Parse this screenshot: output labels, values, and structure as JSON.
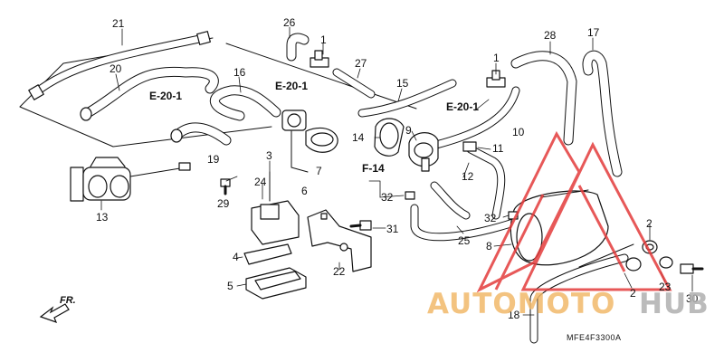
{
  "diagram": {
    "callouts": [
      {
        "id": "c21",
        "text": "21"
      },
      {
        "id": "c20",
        "text": "20"
      },
      {
        "id": "c16",
        "text": "16"
      },
      {
        "id": "c26",
        "text": "26"
      },
      {
        "id": "c1a",
        "text": "1"
      },
      {
        "id": "c27",
        "text": "27"
      },
      {
        "id": "c15",
        "text": "15"
      },
      {
        "id": "c28",
        "text": "28"
      },
      {
        "id": "c17",
        "text": "17"
      },
      {
        "id": "c1b",
        "text": "1"
      },
      {
        "id": "c10",
        "text": "10"
      },
      {
        "id": "c14",
        "text": "14"
      },
      {
        "id": "c9",
        "text": "9"
      },
      {
        "id": "c11",
        "text": "11"
      },
      {
        "id": "c12",
        "text": "12"
      },
      {
        "id": "c19",
        "text": "19"
      },
      {
        "id": "c3",
        "text": "3"
      },
      {
        "id": "c7",
        "text": "7"
      },
      {
        "id": "c6",
        "text": "6"
      },
      {
        "id": "c24",
        "text": "24"
      },
      {
        "id": "c29",
        "text": "29"
      },
      {
        "id": "c13",
        "text": "13"
      },
      {
        "id": "c32a",
        "text": "32"
      },
      {
        "id": "c32b",
        "text": "32"
      },
      {
        "id": "c25",
        "text": "25"
      },
      {
        "id": "c8",
        "text": "8"
      },
      {
        "id": "c2a",
        "text": "2"
      },
      {
        "id": "c31",
        "text": "31"
      },
      {
        "id": "c4",
        "text": "4"
      },
      {
        "id": "c5",
        "text": "5"
      },
      {
        "id": "c22",
        "text": "22"
      },
      {
        "id": "c23",
        "text": "23"
      },
      {
        "id": "c30",
        "text": "30"
      },
      {
        "id": "c2b",
        "text": "2"
      },
      {
        "id": "c18",
        "text": "18"
      }
    ],
    "refs": [
      {
        "id": "r1",
        "text": "E-20-1"
      },
      {
        "id": "r2",
        "text": "E-20-1"
      },
      {
        "id": "r3",
        "text": "E-20-1"
      },
      {
        "id": "r4",
        "text": "F-14"
      }
    ],
    "direction_label": "FR.",
    "drawing_code": "MFE4F3300A",
    "watermark": {
      "part1": "AUTOMOTO",
      "part2": "HUB",
      "color_part1": "#f2b96b",
      "color_part2": "#b0b0b0",
      "logo_color": "#e33b3b"
    }
  }
}
